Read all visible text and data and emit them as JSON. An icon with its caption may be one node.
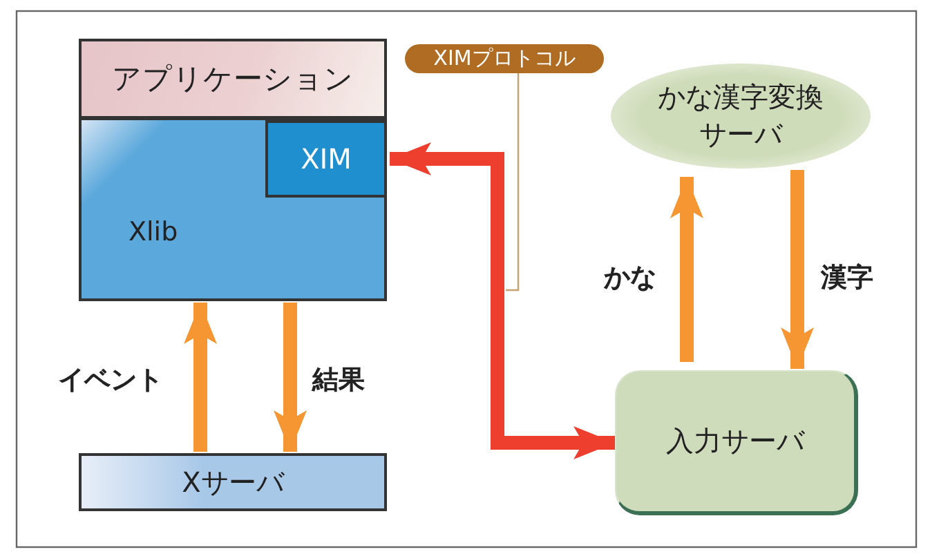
{
  "diagram": {
    "nodes": [
      {
        "text": [
          "アプリケーション"
        ]
      },
      {
        "text": [
          "Xlib"
        ]
      },
      {
        "text": [
          "XIM"
        ],
        "in": 1
      },
      {
        "text": [
          "Xサーバ"
        ]
      },
      {
        "text": [
          "XIMプロトコル"
        ]
      },
      {
        "text": [
          "かな漢字変換サーバ"
        ]
      },
      {
        "text": [
          "入力サーバ"
        ]
      }
    ],
    "edges": [
      {
        "from": 6,
        "to": 2,
        "arrow": "both",
        "color": "#ee3e2e"
      },
      {
        "from": 4,
        "to": null,
        "arrow": "none",
        "color": "#c9a070"
      },
      {
        "from": 3,
        "to": 1,
        "arrow": "to",
        "label": "イベント"
      },
      {
        "from": 1,
        "to": 3,
        "arrow": "to",
        "label": "結果"
      },
      {
        "from": 6,
        "to": 5,
        "arrow": "to",
        "label": "かな"
      },
      {
        "from": 5,
        "to": 6,
        "arrow": "to",
        "label": "漢字"
      }
    ]
  }
}
